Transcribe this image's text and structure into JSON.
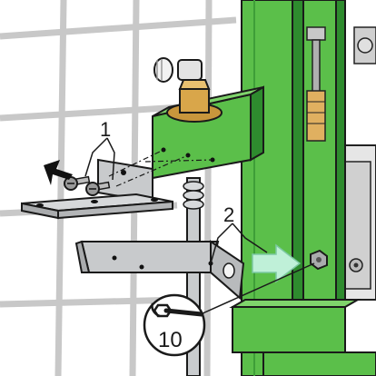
{
  "diagram": {
    "callouts": {
      "bracket_screws": "1",
      "support_bracket": "2"
    },
    "tool": {
      "icon": "wrench-icon",
      "size_label": "10"
    },
    "colors": {
      "frame_green": "#5BBF4A",
      "frame_green_dark": "#2E8B2E",
      "tile_lines": "#C8C8C8",
      "brass": "#C8963C",
      "steel": "#B9BCBE",
      "arrow_mint": "#BFF0D8"
    }
  }
}
